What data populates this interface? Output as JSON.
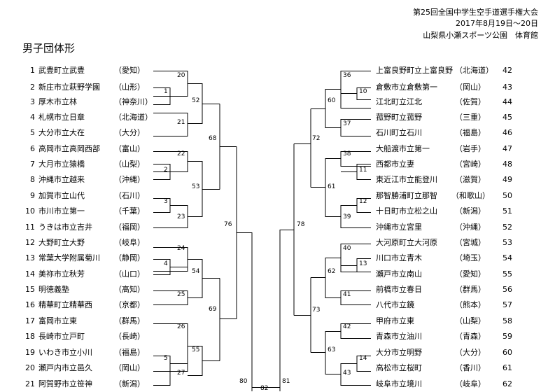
{
  "header": {
    "tournament": "第25回全国中学生空手道選手権大会",
    "dates": "2017年8月19日～20日",
    "venue": "山梨県小瀬スポーツ公園　体育館"
  },
  "page_title": "男子団体形",
  "left_teams": [
    {
      "no": "1",
      "name": "武豊町立武豊",
      "pref": "（愛知）"
    },
    {
      "no": "2",
      "name": "新庄市立萩野学園",
      "pref": "（山形）"
    },
    {
      "no": "3",
      "name": "厚木市立林",
      "pref": "（神奈川）"
    },
    {
      "no": "4",
      "name": "札幌市立日章",
      "pref": "（北海道）"
    },
    {
      "no": "5",
      "name": "大分市立大在",
      "pref": "（大分）"
    },
    {
      "no": "6",
      "name": "高岡市立高岡西部",
      "pref": "（富山）"
    },
    {
      "no": "7",
      "name": "大月市立猿橋",
      "pref": "（山梨）"
    },
    {
      "no": "8",
      "name": "沖縄市立越来",
      "pref": "（沖縄）"
    },
    {
      "no": "9",
      "name": "加賀市立山代",
      "pref": "（石川）"
    },
    {
      "no": "10",
      "name": "市川市立第一",
      "pref": "（千葉）"
    },
    {
      "no": "11",
      "name": "うきは市立吉井",
      "pref": "（福岡）"
    },
    {
      "no": "12",
      "name": "大野町立大野",
      "pref": "（岐阜）"
    },
    {
      "no": "13",
      "name": "常葉大学附属菊川",
      "pref": "（静岡）"
    },
    {
      "no": "14",
      "name": "美祢市立秋芳",
      "pref": "（山口）"
    },
    {
      "no": "15",
      "name": "明徳義塾",
      "pref": "（高知）"
    },
    {
      "no": "16",
      "name": "精華町立精華西",
      "pref": "（京都）"
    },
    {
      "no": "17",
      "name": "富岡市立東",
      "pref": "（群馬）"
    },
    {
      "no": "18",
      "name": "長崎市立戸町",
      "pref": "（長崎）"
    },
    {
      "no": "19",
      "name": "いわき市立小川",
      "pref": "（福島）"
    },
    {
      "no": "20",
      "name": "瀬戸内市立邑久",
      "pref": "（岡山）"
    },
    {
      "no": "21",
      "name": "阿賀野市立笹神",
      "pref": "（新潟）"
    }
  ],
  "right_teams": [
    {
      "no": "42",
      "name": "上富良野町立上富良野",
      "pref": "（北海道）"
    },
    {
      "no": "43",
      "name": "倉敷市立倉敷第一",
      "pref": "（岡山）"
    },
    {
      "no": "44",
      "name": "江北町立江北",
      "pref": "（佐賀）"
    },
    {
      "no": "45",
      "name": "菰野町立菰野",
      "pref": "（三重）"
    },
    {
      "no": "46",
      "name": "石川町立石川",
      "pref": "（福島）"
    },
    {
      "no": "47",
      "name": "大船渡市立第一",
      "pref": "（岩手）"
    },
    {
      "no": "48",
      "name": "西都市立妻",
      "pref": "（宮崎）"
    },
    {
      "no": "49",
      "name": "東近江市立能登川",
      "pref": "（滋賀）"
    },
    {
      "no": "50",
      "name": "那智勝浦町立那智",
      "pref": "（和歌山）"
    },
    {
      "no": "51",
      "name": "十日町市立松之山",
      "pref": "（新潟）"
    },
    {
      "no": "52",
      "name": "沖縄市立宮里",
      "pref": "（沖縄）"
    },
    {
      "no": "53",
      "name": "大河原町立大河原",
      "pref": "（宮城）"
    },
    {
      "no": "54",
      "name": "川口市立青木",
      "pref": "（埼玉）"
    },
    {
      "no": "55",
      "name": "瀬戸市立南山",
      "pref": "（愛知）"
    },
    {
      "no": "56",
      "name": "前橋市立春日",
      "pref": "（群馬）"
    },
    {
      "no": "57",
      "name": "八代市立鏡",
      "pref": "（熊本）"
    },
    {
      "no": "58",
      "name": "甲府市立東",
      "pref": "（山梨）"
    },
    {
      "no": "59",
      "name": "青森市立油川",
      "pref": "（青森）"
    },
    {
      "no": "60",
      "name": "大分市立明野",
      "pref": "（大分）"
    },
    {
      "no": "61",
      "name": "高松市立桜町",
      "pref": "（香川）"
    },
    {
      "no": "62",
      "name": "岐阜市立境川",
      "pref": "（岐阜）"
    }
  ],
  "bout_numbers": {
    "b1": "1",
    "b2": "2",
    "b3": "3",
    "b4": "4",
    "b5": "5",
    "b10": "10",
    "b11": "11",
    "b12": "12",
    "b13": "13",
    "b14": "14",
    "b20": "20",
    "b21": "21",
    "b22": "22",
    "b23": "23",
    "b24": "24",
    "b25": "25",
    "b26": "26",
    "b27": "27",
    "b36": "36",
    "b37": "37",
    "b38": "38",
    "b39": "39",
    "b40": "40",
    "b41": "41",
    "b42": "42",
    "b43": "43",
    "b52": "52",
    "b53": "53",
    "b54": "54",
    "b55": "55",
    "b60": "60",
    "b61": "61",
    "b62": "62",
    "b63": "63",
    "b68": "68",
    "b69": "69",
    "b72": "72",
    "b73": "73",
    "b76": "76",
    "b78": "78",
    "b80": "80",
    "b81": "81",
    "b82": "82"
  }
}
